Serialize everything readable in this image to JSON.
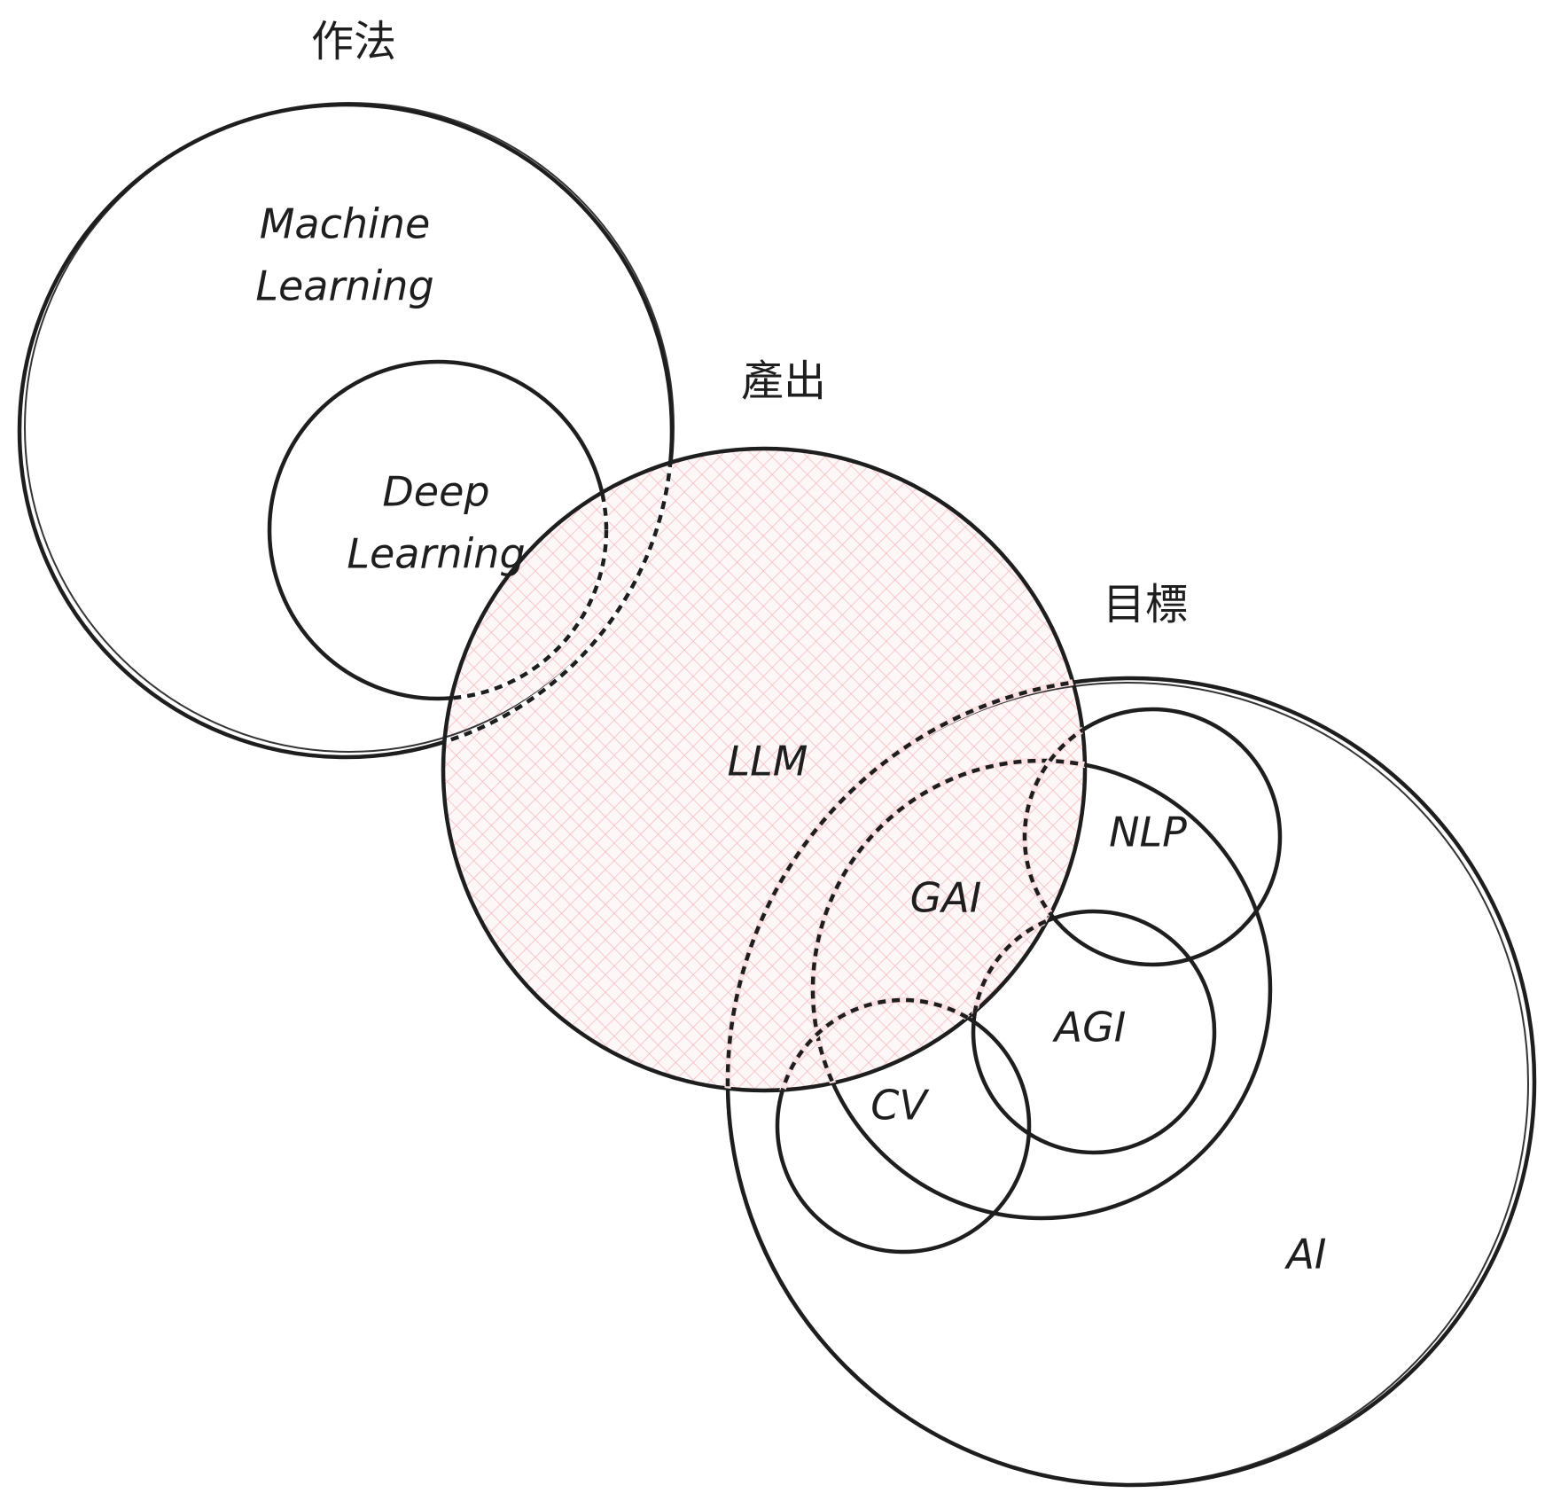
{
  "diagram": {
    "headers": {
      "method": "作法",
      "output": "產出",
      "goal": "目標"
    },
    "regions": {
      "machine_learning": "Machine\nLearning",
      "machine_learning_line1": "Machine",
      "machine_learning_line2": "Learning",
      "deep_learning_line1": "Deep",
      "deep_learning_line2": "Learning",
      "llm": "LLM",
      "gai": "GAI",
      "nlp": "NLP",
      "agi": "AGI",
      "cv": "CV",
      "ai": "AI"
    },
    "colors": {
      "stroke": "#1e1e1e",
      "llm_hatch": "#f5a3a8",
      "background": "#ffffff"
    }
  }
}
